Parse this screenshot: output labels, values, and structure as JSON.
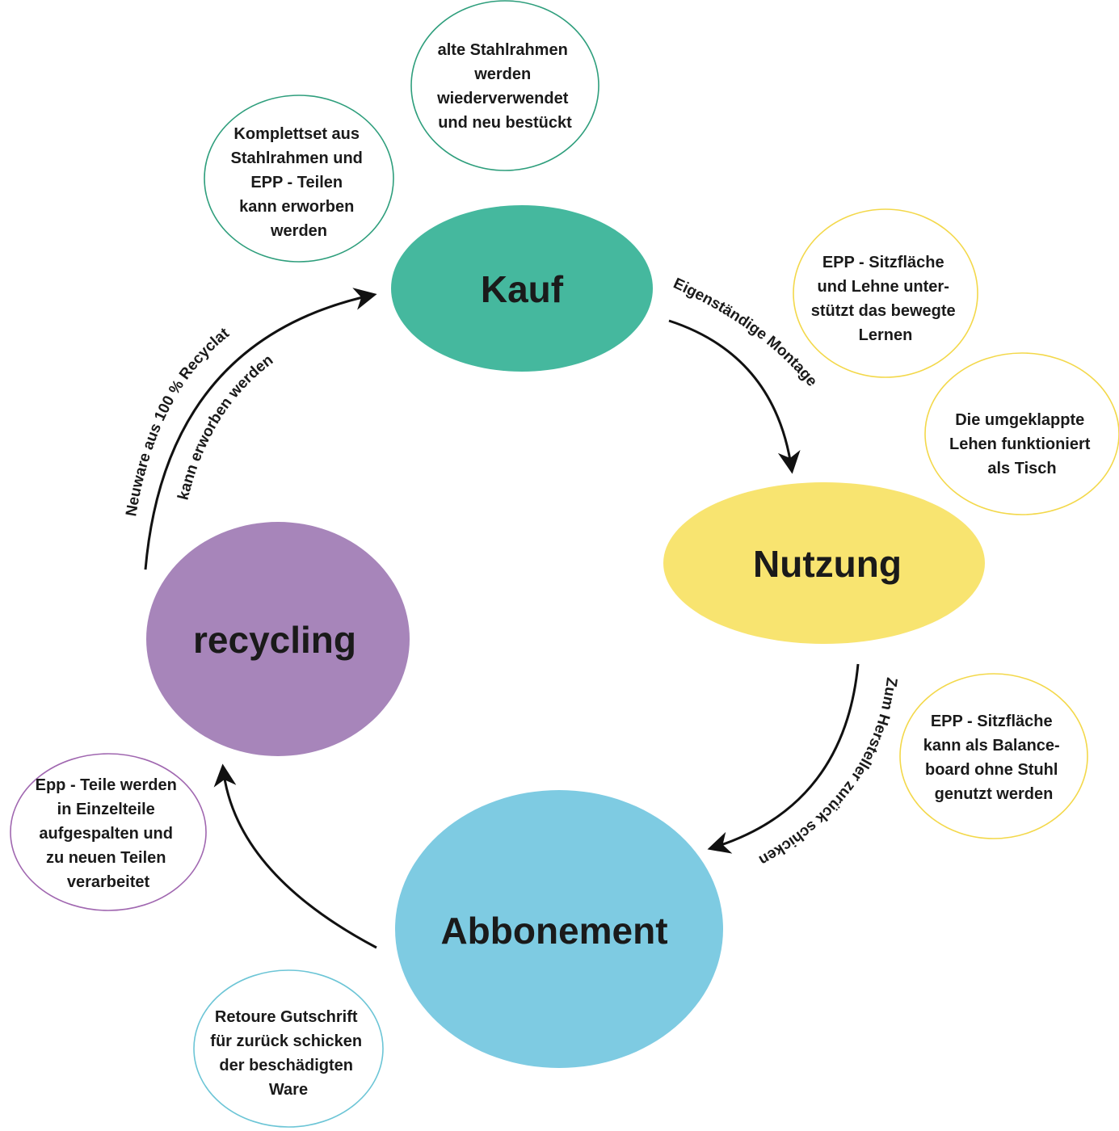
{
  "colors": {
    "kauf": "#45b89e",
    "nutzung": "#f8e470",
    "abbonement": "#7ecbe2",
    "recycling": "#a785ba",
    "kauf_outline": "#2e9e7c",
    "nutzung_outline": "#f3d84a",
    "abbonement_outline": "#6cc5d6",
    "recycling_outline": "#a067b0",
    "text": "#1a1a1a",
    "arrow": "#111111"
  },
  "stages": {
    "kauf": "Kauf",
    "nutzung": "Nutzung",
    "abbonement": "Abbonement",
    "recycling": "recycling"
  },
  "notes": {
    "stahlrahmen": [
      "alte Stahlrahmen",
      "werden",
      "wiederverwendet",
      "und neu bestückt"
    ],
    "komplettset": [
      "Komplettset aus",
      "Stahlrahmen und",
      "EPP - Teilen",
      "kann erworben",
      "werden"
    ],
    "sitzflaeche_lernen": [
      "EPP - Sitzfläche",
      "und Lehne unter-",
      "stützt das bewegte",
      "Lernen"
    ],
    "tisch": [
      "Die umgeklappte",
      "Lehen funktioniert",
      "als Tisch"
    ],
    "balanceboard": [
      "EPP - Sitzfläche",
      "kann als Balance-",
      "board ohne Stuhl",
      "genutzt werden"
    ],
    "einzelteile": [
      "Epp - Teile werden",
      "in Einzelteile",
      "aufgespalten und",
      "zu neuen Teilen",
      "verarbeitet"
    ],
    "retoure": [
      "Retoure Gutschrift",
      "für zurück schicken",
      "der beschädigten",
      "Ware"
    ]
  },
  "flow_labels": {
    "montage": "Eigenständige Montage",
    "hersteller": "Zum Hersteller zurück schicken",
    "neuware_1": "Neuware aus 100 % Recyclat",
    "neuware_2": "kann erworben werden"
  }
}
